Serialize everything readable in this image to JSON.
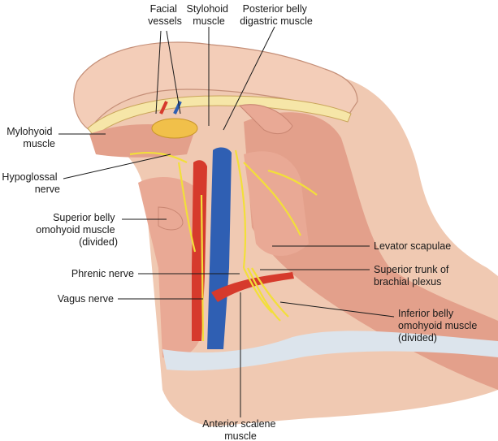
{
  "labels": {
    "facial_vessels": [
      "Facial",
      "vessels"
    ],
    "stylohoid_muscle": [
      "Stylohoid",
      "muscle"
    ],
    "posterior_belly_digastric": [
      "Posterior belly",
      "digastric muscle"
    ],
    "mylohyoid_muscle": [
      "Mylohyoid",
      "muscle"
    ],
    "hypoglossal_nerve": [
      "Hypoglossal",
      "nerve"
    ],
    "superior_belly_omohyoid": [
      "Superior belly",
      "omohyoid muscle",
      "(divided)"
    ],
    "phrenic_nerve": [
      "Phrenic nerve"
    ],
    "vagus_nerve": [
      "Vagus nerve"
    ],
    "levator_scapulae": [
      "Levator scapulae"
    ],
    "superior_trunk_brachial_plexus": [
      "Superior trunk of",
      "brachial plexus"
    ],
    "inferior_belly_omohyoid": [
      "Inferior belly",
      "omohyoid muscle",
      "(divided)"
    ],
    "anterior_scalene_muscle": [
      "Anterior scalene",
      "muscle"
    ]
  },
  "colors": {
    "skin": "#f0c9b2",
    "muscle": "#e9a995",
    "muscle_dark": "#d98874",
    "fascia": "#dce4ec",
    "artery": "#d63a2c",
    "vein": "#2f5fb3",
    "nerve": "#f2df3a",
    "gland": "#f1c04a"
  }
}
